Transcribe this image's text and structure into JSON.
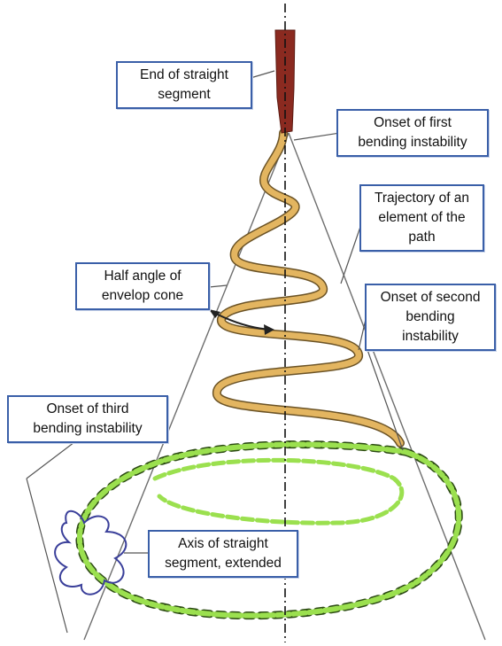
{
  "labels": {
    "end_segment": [
      "End of straight",
      "segment"
    ],
    "first_onset": [
      "Onset of first",
      "bending instability"
    ],
    "trajectory": [
      "Trajectory of an",
      "element of the",
      "path"
    ],
    "half_angle": [
      "Half angle of",
      "envelop cone"
    ],
    "second_onset": [
      "Onset of second",
      "bending",
      "instability"
    ],
    "third_onset": [
      "Onset of third",
      "bending instability"
    ],
    "axis": [
      "Axis of straight",
      "segment, extended"
    ]
  },
  "colors": {
    "callout_border": "#3a5fa8",
    "straight_segment": "#8b2a20",
    "first_helix": "#e3b560",
    "first_helix_dark": "#6b5326",
    "green_coil": "#9be04f",
    "green_coil_dark": "#2c4a14",
    "third_loop": "#3a3f9a",
    "leader_line": "#555555"
  }
}
